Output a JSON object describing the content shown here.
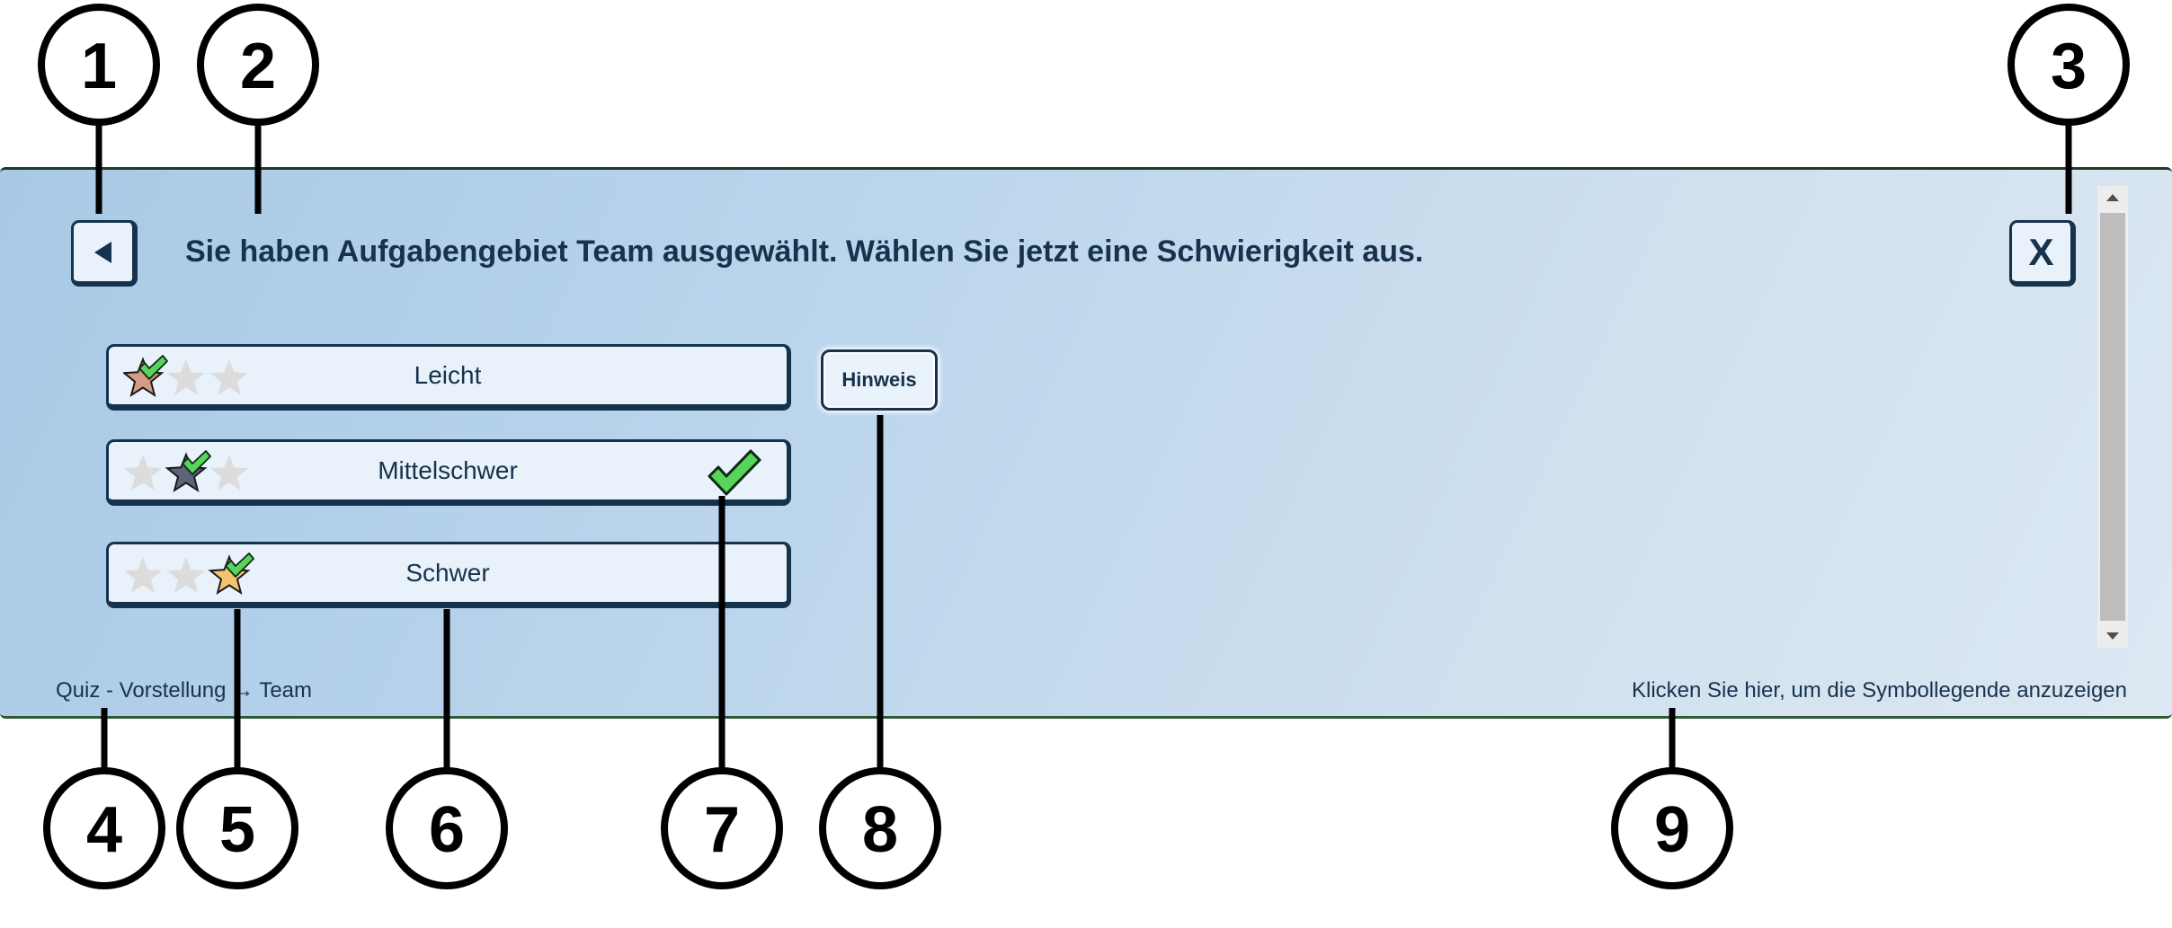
{
  "header": {
    "title": "Sie haben Aufgabengebiet Team ausgewählt. Wählen Sie jetzt eine Schwierigkeit aus.",
    "back_icon": "back-triangle-icon",
    "close_label": "X"
  },
  "difficulties": [
    {
      "label": "Leicht",
      "stars_total": 3,
      "active_star": 1,
      "active_color": "#d79a84",
      "completed": false
    },
    {
      "label": "Mittelschwer",
      "stars_total": 3,
      "active_star": 2,
      "active_color": "#5b6479",
      "completed": true
    },
    {
      "label": "Schwer",
      "stars_total": 3,
      "active_star": 3,
      "active_color": "#f2c46e",
      "completed": false
    }
  ],
  "hint_button": {
    "label": "Hinweis"
  },
  "footer": {
    "breadcrumb": "Quiz - Vorstellung → Team",
    "legend_link": "Klicken Sie hier, um die Symbollegende anzuzeigen"
  },
  "callouts": [
    "1",
    "2",
    "3",
    "4",
    "5",
    "6",
    "7",
    "8",
    "9"
  ],
  "colors": {
    "panel_gradient_start": "#a8c9e6",
    "panel_gradient_end": "#dce8f2",
    "button_bg": "#e9f1fa",
    "button_border": "#17324d",
    "check_green": "#58d45c",
    "inactive_star": "#dcdcdc",
    "scroll_thumb": "#bdbdbd"
  }
}
